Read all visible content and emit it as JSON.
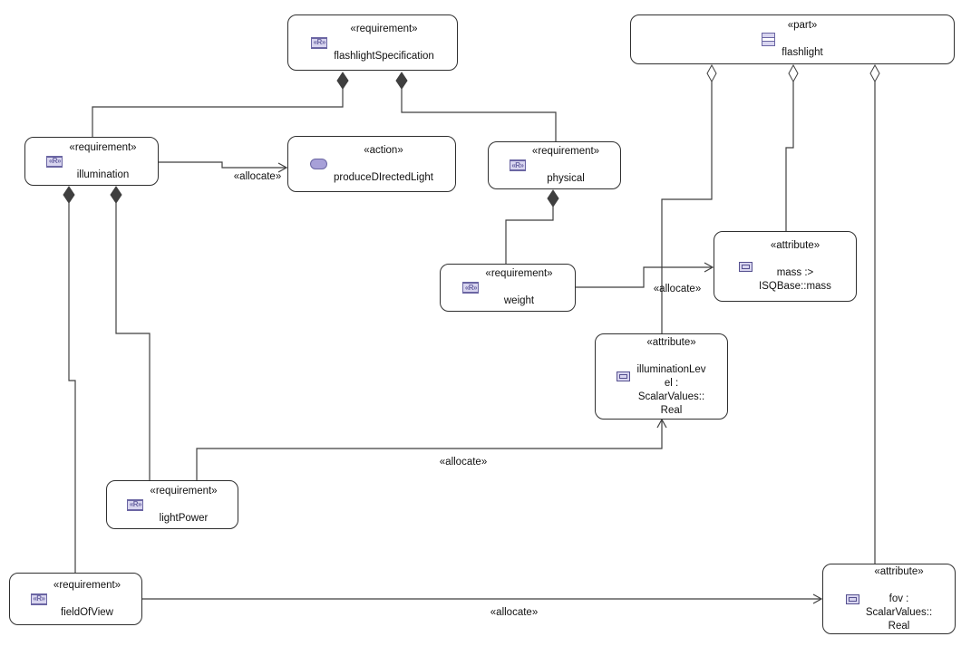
{
  "colors": {
    "node_border": "#2f2f2f",
    "edge": "#3f3f3f",
    "icon_purple": "#6b66a3",
    "attr_border": "#55508f",
    "icon_fill": "#d8d5ef",
    "action_fill": "#a7a0d8"
  },
  "icons": {
    "requirement_glyph": "«R»"
  },
  "nodes": [
    {
      "id": "flashlightSpecification",
      "kind": "requirement",
      "stereotype": "«requirement»",
      "name": "flashlightSpecification"
    },
    {
      "id": "flashlight",
      "kind": "part",
      "stereotype": "«part»",
      "name": "flashlight"
    },
    {
      "id": "illumination",
      "kind": "requirement",
      "stereotype": "«requirement»",
      "name": "illumination"
    },
    {
      "id": "produceDIrectedLight",
      "kind": "action",
      "stereotype": "«action»",
      "name": "produceDIrectedLight"
    },
    {
      "id": "physical",
      "kind": "requirement",
      "stereotype": "«requirement»",
      "name": "physical"
    },
    {
      "id": "weight",
      "kind": "requirement",
      "stereotype": "«requirement»",
      "name": "weight"
    },
    {
      "id": "mass",
      "kind": "attribute",
      "stereotype": "«attribute»",
      "name": "mass :>\nISQBase::mass"
    },
    {
      "id": "illuminationLevel",
      "kind": "attribute",
      "stereotype": "«attribute»",
      "name": "illuminationLev\nel :\nScalarValues::\nReal"
    },
    {
      "id": "lightPower",
      "kind": "requirement",
      "stereotype": "«requirement»",
      "name": "lightPower"
    },
    {
      "id": "fieldOfView",
      "kind": "requirement",
      "stereotype": "«requirement»",
      "name": "fieldOfView"
    },
    {
      "id": "fov",
      "kind": "attribute",
      "stereotype": "«attribute»",
      "name": "fov :\nScalarValues::\nReal"
    }
  ],
  "edge_labels": {
    "allocate_illumination_to_action": "«allocate»",
    "allocate_weight_to_mass": "«allocate»",
    "allocate_lightPower_to_illuminationLevel": "«allocate»",
    "allocate_fieldOfView_to_fov": "«allocate»"
  }
}
